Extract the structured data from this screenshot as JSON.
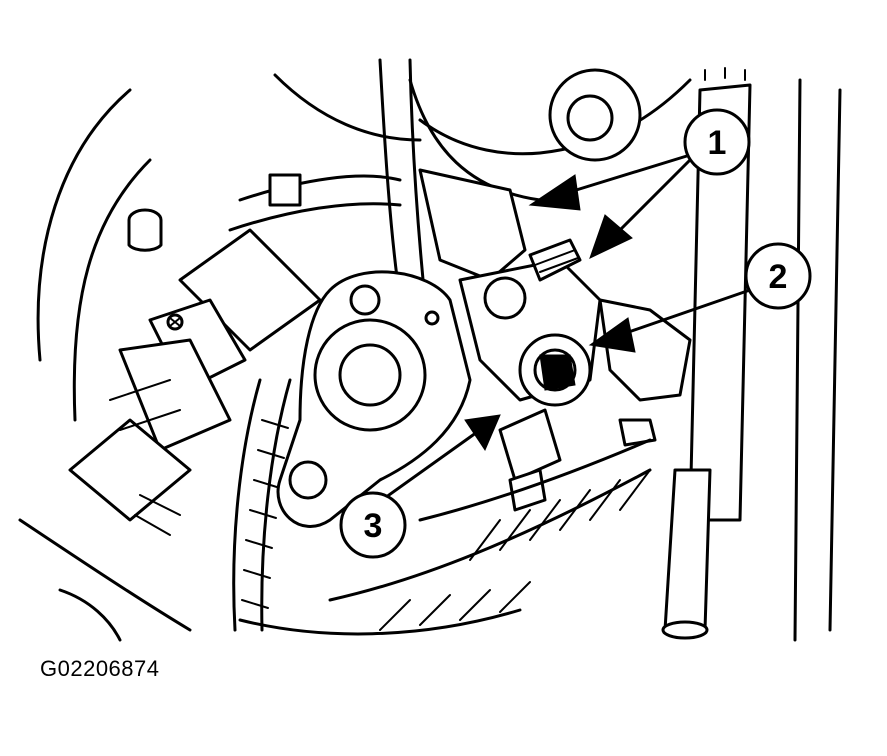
{
  "figure_id": "G02206874",
  "callouts": [
    {
      "label": "1",
      "icon": "callout-circle"
    },
    {
      "label": "2",
      "icon": "callout-circle"
    },
    {
      "label": "3",
      "icon": "callout-circle"
    }
  ],
  "colors": {
    "line": "#000000",
    "background": "#ffffff"
  }
}
